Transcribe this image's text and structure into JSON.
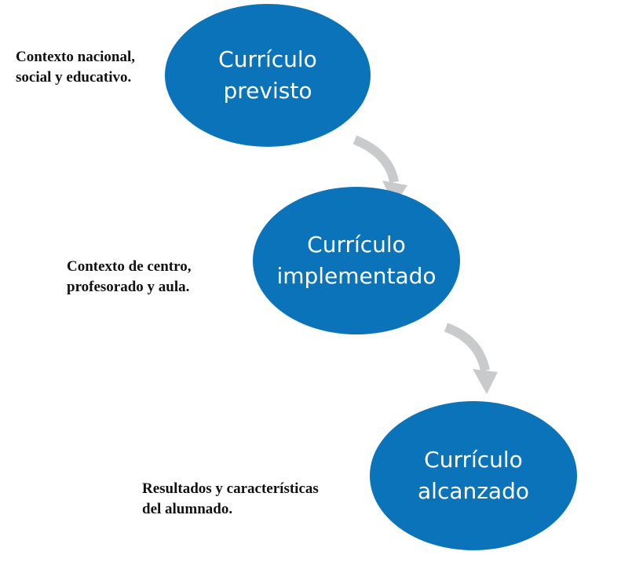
{
  "colors": {
    "node_fill": "#0a73b9",
    "node_text": "#ffffff",
    "arrow": "#c9cacc",
    "context_text": "#111111"
  },
  "nodes": [
    {
      "id": "previsto",
      "lines": [
        "Currículo",
        "previsto"
      ]
    },
    {
      "id": "implementado",
      "lines": [
        "Currículo",
        "implementado"
      ]
    },
    {
      "id": "alcanzado",
      "lines": [
        "Currículo",
        "alcanzado"
      ]
    }
  ],
  "contexts": [
    {
      "lines": [
        "Contexto nacional,",
        "social y educativo."
      ]
    },
    {
      "lines": [
        "Contexto de centro,",
        "profesorado y aula."
      ]
    },
    {
      "lines": [
        "Resultados y características",
        "del alumnado."
      ]
    }
  ]
}
